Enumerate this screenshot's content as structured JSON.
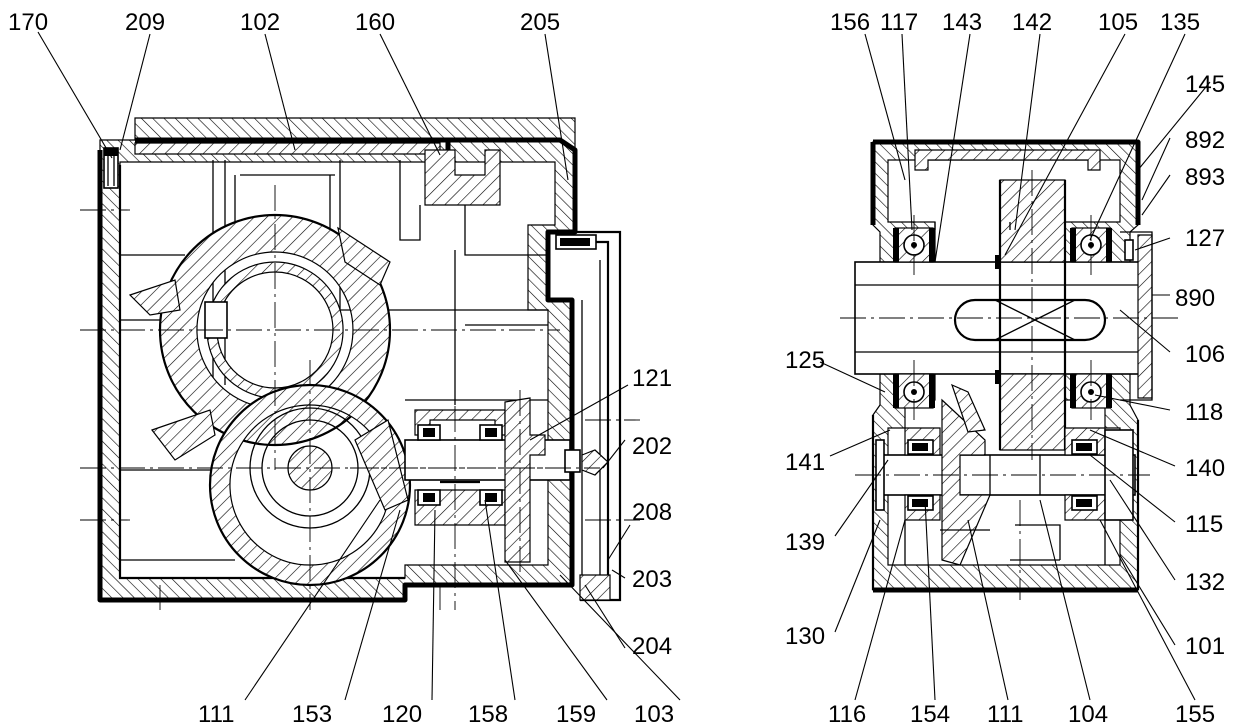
{
  "left_view": {
    "top_labels": [
      "170",
      "209",
      "102",
      "160",
      "205"
    ],
    "right_labels": [
      "121",
      "202",
      "208",
      "203",
      "204"
    ],
    "bottom_labels": [
      "111",
      "153",
      "120",
      "158",
      "159",
      "103"
    ]
  },
  "right_view": {
    "top_labels": [
      "156",
      "117",
      "143",
      "142",
      "105",
      "135"
    ],
    "right_labels": [
      "145",
      "892",
      "893",
      "127",
      "890",
      "106",
      "118",
      "140",
      "115",
      "132",
      "101",
      "155"
    ],
    "left_labels": [
      "125",
      "141",
      "139",
      "130"
    ],
    "bottom_labels": [
      "116",
      "154",
      "111",
      "104"
    ]
  }
}
